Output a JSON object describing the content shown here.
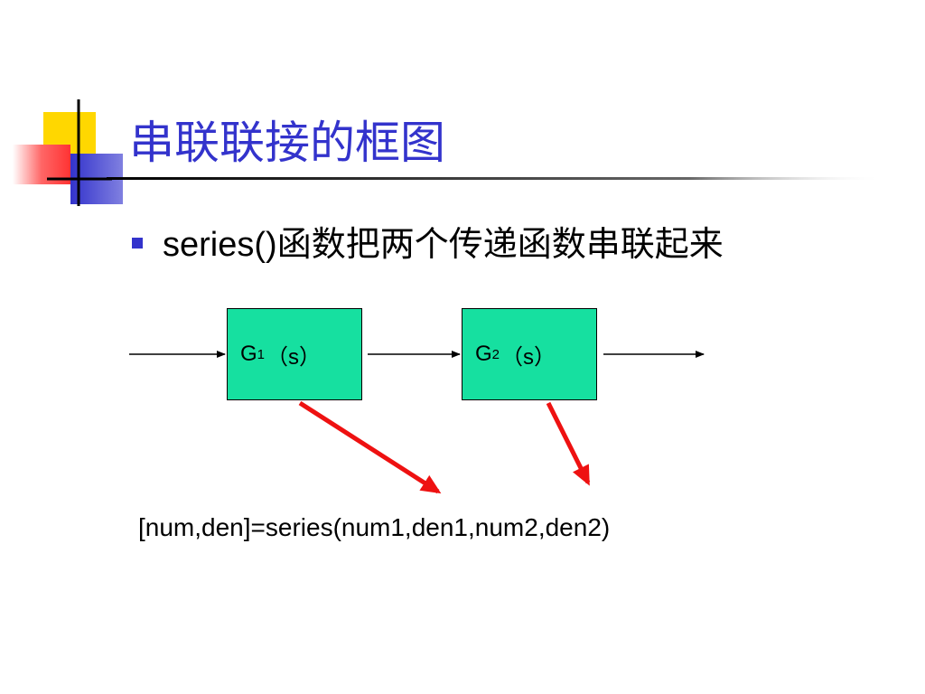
{
  "slide": {
    "title": "串联联接的框图",
    "bullet": {
      "code": "series()",
      "text": "函数把两个传递函数串联起来"
    },
    "blocks": [
      {
        "base": "G",
        "sub": "1",
        "arg": "（s）"
      },
      {
        "base": "G",
        "sub": "2",
        "arg": "（s）"
      }
    ],
    "formula": "[num,den]=series(num1,den1,num2,den2)"
  },
  "colors": {
    "title": "#3333cc",
    "bullet": "#3333cc",
    "block_fill": "#16e0a0",
    "arrow_red": "#ee1111",
    "deco_yellow": "#ffd700",
    "deco_blue": "#3333cc",
    "deco_red": "#ff5555"
  }
}
